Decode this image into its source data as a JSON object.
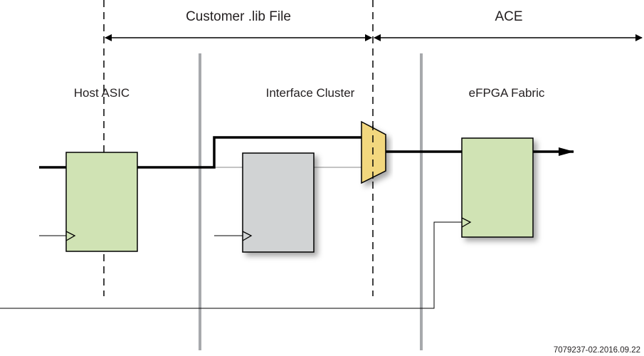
{
  "regions": {
    "customer_lib": "Customer .lib File",
    "ace": "ACE"
  },
  "blocks": {
    "host_asic": "Host ASIC",
    "interface_cluster": "Interface Cluster",
    "efpga_fabric": "eFPGA Fabric"
  },
  "footer": {
    "figure_id": "7079237-02.2016.09.22"
  },
  "colors": {
    "host_block": "#d0e3b4",
    "interface_block": "#d1d3d4",
    "efpga_block": "#d0e3b4",
    "mux": "#f2d77e",
    "divider": "#a7a9ac"
  }
}
